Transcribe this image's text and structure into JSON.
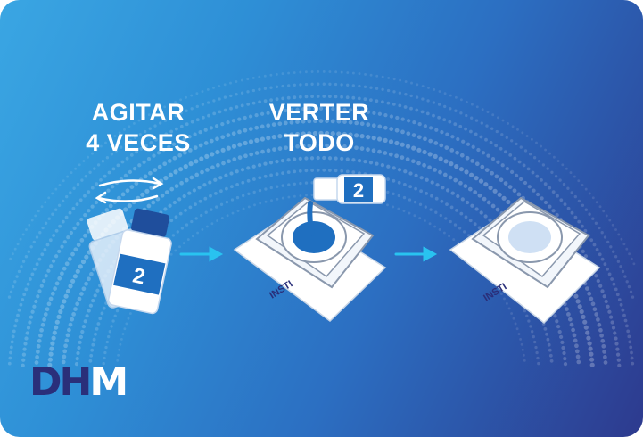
{
  "steps": [
    {
      "line1": "AGITAR",
      "line2": "4 VECES"
    },
    {
      "line1": "VERTER",
      "line2": "TODO"
    }
  ],
  "vial_number": "2",
  "device_brand": "INSTI",
  "logo": {
    "part1": "D",
    "part2": "H",
    "part3": "M"
  },
  "colors": {
    "gradient_start": "#3aa6e3",
    "gradient_end": "#2d3a8e",
    "accent_arrow": "#29c3f0",
    "vial_blue": "#1f6fc0",
    "logo_dark": "#2a2f7a"
  },
  "icons": [
    "shake-arrows-icon",
    "vial-icon",
    "arrow-right-icon",
    "test-device-icon",
    "pour-vial-icon"
  ]
}
